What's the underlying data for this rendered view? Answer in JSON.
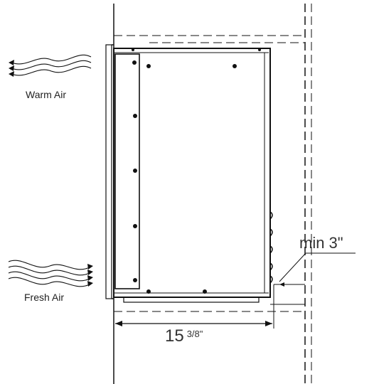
{
  "labels": {
    "warm_air": "Warm Air",
    "fresh_air": "Fresh Air",
    "min_clearance": "min 3\"",
    "width_whole": "15",
    "width_fraction": "3/8\""
  }
}
